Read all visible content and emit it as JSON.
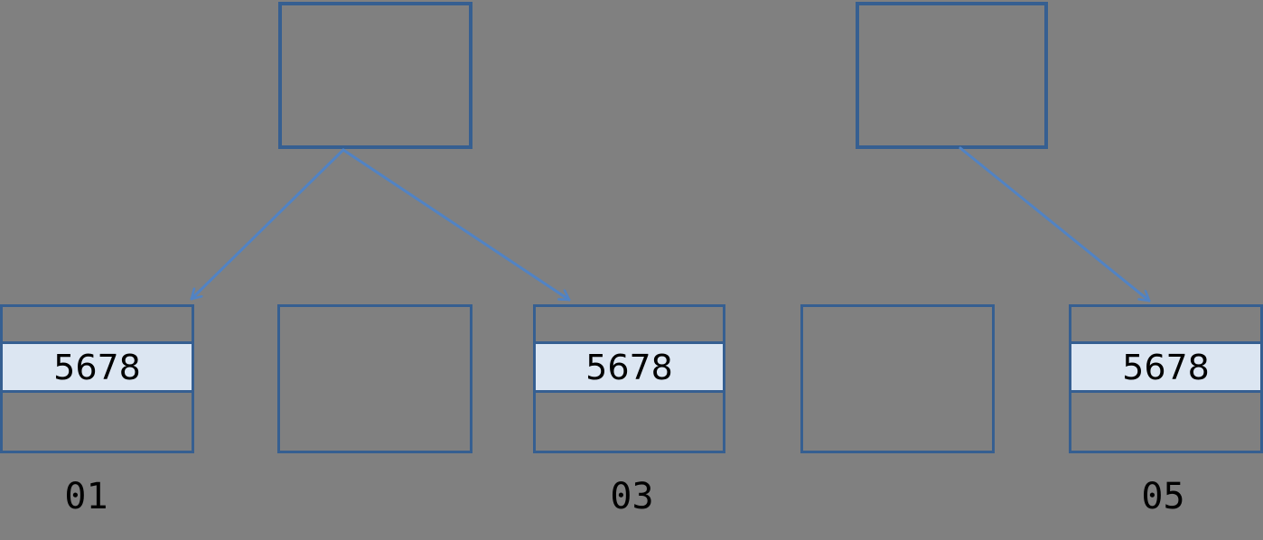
{
  "canvas": {
    "background": "#808080"
  },
  "colors": {
    "shape_border": "#365F91",
    "arrow": "#5183C4",
    "value_fill": "#DCE6F2",
    "text": "#000000"
  },
  "parents": [
    {
      "name": "parent-left"
    },
    {
      "name": "parent-right"
    }
  ],
  "buckets": [
    {
      "value": "5678",
      "label": "01"
    },
    {
      "value": "",
      "label": ""
    },
    {
      "value": "5678",
      "label": "03"
    },
    {
      "value": "",
      "label": ""
    },
    {
      "value": "5678",
      "label": "05"
    }
  ],
  "arrows": [
    {
      "name": "arrow-parent-left-to-bucket-1",
      "from": "parent-left",
      "to": "bucket-1"
    },
    {
      "name": "arrow-parent-left-to-bucket-3",
      "from": "parent-left",
      "to": "bucket-3"
    },
    {
      "name": "arrow-parent-right-to-bucket-5",
      "from": "parent-right",
      "to": "bucket-5"
    }
  ]
}
